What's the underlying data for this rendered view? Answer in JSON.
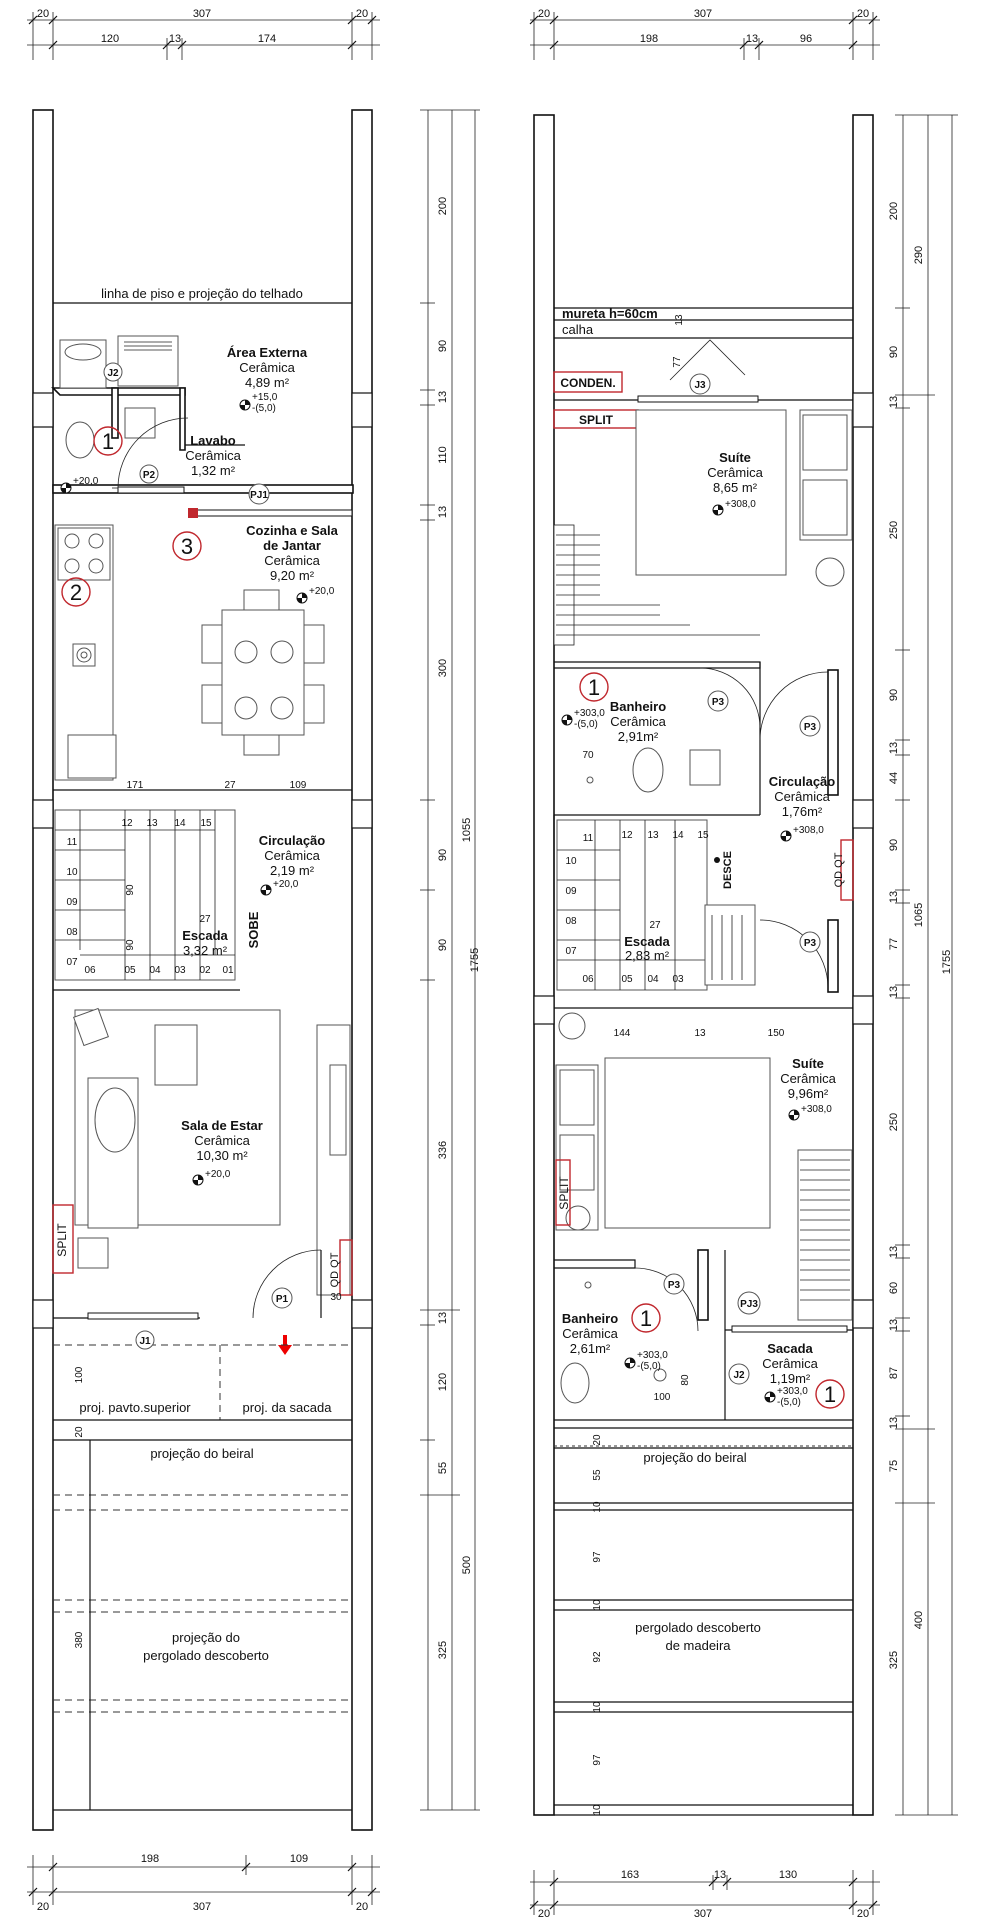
{
  "colors": {
    "line": "#111111",
    "accent_red": "#c0272d",
    "furniture": "#555555"
  },
  "left_plan": {
    "top_dims": {
      "left": "20",
      "total": "307",
      "right": "20",
      "seg1": "120",
      "seg2": "13",
      "seg3": "174"
    },
    "bottom_dims": {
      "seg1": "198",
      "seg2": "109",
      "left": "20",
      "total": "307",
      "right": "20"
    },
    "vertical_dims": [
      "200",
      "90",
      "13",
      "110",
      "13",
      "300",
      "90",
      "90",
      "336",
      "13",
      "120",
      "55",
      "500",
      "325"
    ],
    "overall_dims": {
      "inner": "1055",
      "total": "1755"
    },
    "inner_dims": {
      "d100": "100",
      "d20": "20",
      "d380": "380",
      "d171": "171",
      "d27": "27",
      "d109": "109",
      "d30": "30"
    },
    "notes": {
      "roof_line": "linha de piso e projeção do telhado",
      "proj_upper": "proj. pavto.superior",
      "proj_balcony": "proj. da sacada",
      "eave": "projeção do beiral",
      "pergola": [
        "projeção do",
        "pergolado descoberto"
      ]
    },
    "rooms": [
      {
        "name": "Área Externa",
        "finish": "Cerâmica",
        "area": "4,89 m²",
        "level": [
          "+15,0",
          "-(5,0)"
        ]
      },
      {
        "name": "Lavabo",
        "finish": "Cerâmica",
        "area": "1,32 m²",
        "level": [
          "+20,0"
        ]
      },
      {
        "name": [
          "Cozinha e Sala",
          "de Jantar"
        ],
        "finish": "Cerâmica",
        "area": "9,20 m²",
        "level": [
          "+20,0"
        ]
      },
      {
        "name": "Circulação",
        "finish": "Cerâmica",
        "area": "2,19 m²",
        "level": [
          "+20,0"
        ]
      },
      {
        "name": "Escada",
        "area": "3,32 m²"
      },
      {
        "name": "Sala de Estar",
        "finish": "Cerâmica",
        "area": "10,30 m²",
        "level": [
          "+20,0"
        ]
      }
    ],
    "tags": {
      "j2": "J2",
      "p2": "P2",
      "pj1": "PJ1",
      "j1": "J1",
      "p1": "P1",
      "c1": "1",
      "c2": "2",
      "c3": "3",
      "split": "SPLIT",
      "qdqt": "QD QT",
      "sobe": "SOBE"
    },
    "stair_steps_top": [
      "12",
      "13",
      "14",
      "15"
    ],
    "stair_steps_left": [
      "11",
      "10",
      "09",
      "08",
      "07"
    ],
    "stair_steps_bottom": [
      "06",
      "05",
      "04",
      "03",
      "02",
      "01"
    ],
    "stair_extra": {
      "s90a": "90",
      "s90b": "90",
      "s27": "27"
    }
  },
  "right_plan": {
    "top_dims": {
      "left": "20",
      "total": "307",
      "right": "20",
      "seg1": "198",
      "seg2": "13",
      "seg3": "96"
    },
    "bottom_dims": {
      "seg1": "163",
      "seg2": "13",
      "seg3": "130",
      "left": "20",
      "total": "307",
      "right": "20"
    },
    "vertical_dims": [
      "200",
      "90",
      "13",
      "250",
      "90",
      "13",
      "44",
      "90",
      "13",
      "77",
      "13",
      "250",
      "13",
      "60",
      "13",
      "87",
      "13",
      "75",
      "325"
    ],
    "outer_dims": {
      "d290": "290",
      "d1065": "1065",
      "d1755": "1755",
      "d400": "400"
    },
    "inner_dims": {
      "d70": "70",
      "d144": "144",
      "d13": "13",
      "d150": "150",
      "d80": "80",
      "d100": "100",
      "d77": "77",
      "d13b": "13",
      "d27": "27",
      "eave_seq": [
        "20",
        "55",
        "10",
        "97",
        "10",
        "92",
        "10",
        "97",
        "10"
      ]
    },
    "notes": {
      "parapet": "mureta h=60cm",
      "gutter": "calha",
      "eave": "projeção do beiral",
      "pergola": [
        "pergolado descoberto",
        "de madeira"
      ],
      "condenser": "CONDEN.",
      "split_top": "SPLIT",
      "split_side": "SPLIT",
      "desce": "DESCE",
      "qdqt": "QD QT"
    },
    "rooms": [
      {
        "name": "Suíte",
        "finish": "Cerâmica",
        "area": "8,65 m²",
        "level": [
          "+308,0"
        ]
      },
      {
        "name": "Banheiro",
        "finish": "Cerâmica",
        "area": "2,91m²",
        "level": [
          "+303,0",
          "-(5,0)"
        ]
      },
      {
        "name": "Circulação",
        "finish": "Cerâmica",
        "area": "1,76m²",
        "level": [
          "+308,0"
        ]
      },
      {
        "name": "Escada",
        "area": "2,83 m²"
      },
      {
        "name": "Suíte",
        "finish": "Cerâmica",
        "area": "9,96m²",
        "level": [
          "+308,0"
        ]
      },
      {
        "name": "Banheiro",
        "finish": "Cerâmica",
        "area": "2,61m²",
        "level": [
          "+303,0",
          "-(5,0)"
        ]
      },
      {
        "name": "Sacada",
        "finish": "Cerâmica",
        "area": "1,19m²",
        "level": [
          "+303,0",
          "-(5,0)"
        ]
      }
    ],
    "tags": {
      "j3": "J3",
      "p3": "P3",
      "pj3": "PJ3",
      "j2": "J2",
      "c1": "1"
    },
    "stair_steps_top": [
      "11",
      "12",
      "13",
      "14",
      "15"
    ],
    "stair_steps_left": [
      "10",
      "09",
      "08",
      "07"
    ],
    "stair_steps_bottom": [
      "06",
      "05",
      "04",
      "03"
    ]
  }
}
